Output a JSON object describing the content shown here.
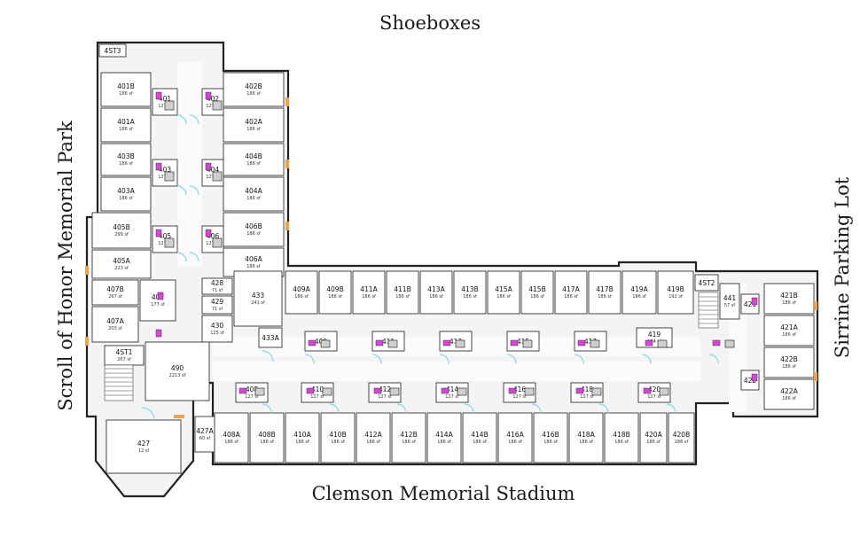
{
  "labels": {
    "top": "Shoeboxes",
    "bottom": "Clemson Memorial Stadium",
    "left": "Scroll of Honor Memorial Park",
    "right": "Sirrine Parking Lot"
  },
  "colors": {
    "wall": "#222222",
    "fixture": "#d04ad0",
    "door_swing": "#7fd8e8",
    "window": "#f0a24a"
  },
  "rooms": [
    {
      "num": "4ST3",
      "area": ""
    },
    {
      "num": "401B",
      "area": "186 sf"
    },
    {
      "num": "401A",
      "area": "186 sf"
    },
    {
      "num": "403B",
      "area": "186 sf"
    },
    {
      "num": "403A",
      "area": "186 sf"
    },
    {
      "num": "405B",
      "area": "299 sf"
    },
    {
      "num": "405A",
      "area": "223 sf"
    },
    {
      "num": "407B",
      "area": "267 sf"
    },
    {
      "num": "407",
      "area": "177 sf"
    },
    {
      "num": "407A",
      "area": "203 sf"
    },
    {
      "num": "402B",
      "area": "186 sf"
    },
    {
      "num": "402A",
      "area": "186 sf"
    },
    {
      "num": "404B",
      "area": "186 sf"
    },
    {
      "num": "404A",
      "area": "186 sf"
    },
    {
      "num": "406B",
      "area": "186 sf"
    },
    {
      "num": "406A",
      "area": "186 sf"
    },
    {
      "num": "401",
      "area": "127 sf"
    },
    {
      "num": "402",
      "area": "127 sf"
    },
    {
      "num": "403",
      "area": "127 sf"
    },
    {
      "num": "404",
      "area": "127 sf"
    },
    {
      "num": "405",
      "area": "127 sf"
    },
    {
      "num": "406",
      "area": "127 sf"
    },
    {
      "num": "428",
      "area": "71 sf"
    },
    {
      "num": "429",
      "area": "71 sf"
    },
    {
      "num": "430",
      "area": "125 sf"
    },
    {
      "num": "433",
      "area": "241 sf"
    },
    {
      "num": "4ST1",
      "area": "267 sf"
    },
    {
      "num": "490",
      "area": "2213 sf"
    },
    {
      "num": "427",
      "area": "12 sf"
    },
    {
      "num": "427A",
      "area": "60 sf"
    },
    {
      "num": "409A",
      "area": "186 sf"
    },
    {
      "num": "409B",
      "area": "186 sf"
    },
    {
      "num": "411A",
      "area": "186 sf"
    },
    {
      "num": "411B",
      "area": "186 sf"
    },
    {
      "num": "413A",
      "area": "186 sf"
    },
    {
      "num": "413B",
      "area": "186 sf"
    },
    {
      "num": "415A",
      "area": "186 sf"
    },
    {
      "num": "415B",
      "area": "186 sf"
    },
    {
      "num": "417A",
      "area": "186 sf"
    },
    {
      "num": "417B",
      "area": "186 sf"
    },
    {
      "num": "419A",
      "area": "186 sf"
    },
    {
      "num": "419B",
      "area": "192 sf"
    },
    {
      "num": "409",
      "area": ""
    },
    {
      "num": "411",
      "area": ""
    },
    {
      "num": "413",
      "area": ""
    },
    {
      "num": "415",
      "area": ""
    },
    {
      "num": "417",
      "area": ""
    },
    {
      "num": "419",
      "area": "174 sf"
    },
    {
      "num": "433A",
      "area": ""
    },
    {
      "num": "408",
      "area": "127 sf"
    },
    {
      "num": "410",
      "area": "127 sf"
    },
    {
      "num": "412",
      "area": "127 sf"
    },
    {
      "num": "414",
      "area": "127 sf"
    },
    {
      "num": "416",
      "area": "127 sf"
    },
    {
      "num": "418",
      "area": "127 sf"
    },
    {
      "num": "420",
      "area": "127 sf"
    },
    {
      "num": "408A",
      "area": "186 sf"
    },
    {
      "num": "408B",
      "area": "186 sf"
    },
    {
      "num": "410A",
      "area": "186 sf"
    },
    {
      "num": "410B",
      "area": "186 sf"
    },
    {
      "num": "412A",
      "area": "186 sf"
    },
    {
      "num": "412B",
      "area": "186 sf"
    },
    {
      "num": "414A",
      "area": "186 sf"
    },
    {
      "num": "414B",
      "area": "186 sf"
    },
    {
      "num": "416A",
      "area": "186 sf"
    },
    {
      "num": "416B",
      "area": "186 sf"
    },
    {
      "num": "418A",
      "area": "186 sf"
    },
    {
      "num": "418B",
      "area": "186 sf"
    },
    {
      "num": "420A",
      "area": "186 sf"
    },
    {
      "num": "420B",
      "area": "186 sf"
    },
    {
      "num": "4ST2",
      "area": ""
    },
    {
      "num": "441",
      "area": "57 sf"
    },
    {
      "num": "421",
      "area": ""
    },
    {
      "num": "421B",
      "area": "186 sf"
    },
    {
      "num": "421A",
      "area": "186 sf"
    },
    {
      "num": "422B",
      "area": "186 sf"
    },
    {
      "num": "422A",
      "area": "186 sf"
    },
    {
      "num": "422",
      "area": ""
    }
  ]
}
